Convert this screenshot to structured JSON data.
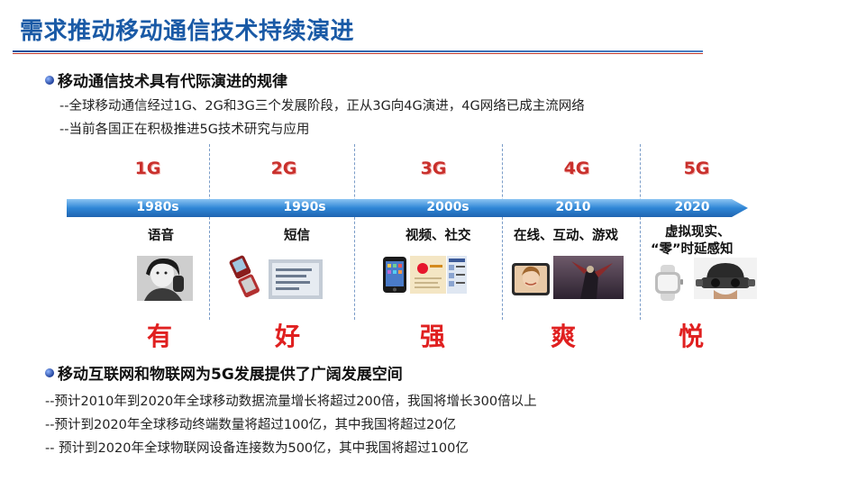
{
  "title": "需求推动移动通信技术持续演进",
  "section1": {
    "heading": "移动通信技术具有代际演进的规律",
    "lines": [
      "--全球移动通信经过1G、2G和3G三个发展阶段，正从3G向4G演进，4G网络已成主流网络",
      "--当前各国正在积极推进5G技术研究与应用"
    ]
  },
  "timeline": {
    "generations": [
      "1G",
      "2G",
      "3G",
      "4G",
      "5G"
    ],
    "years": [
      "1980s",
      "1990s",
      "2000s",
      "2010",
      "2020"
    ],
    "features": [
      "语音",
      "短信",
      "视频、社交",
      "在线、互动、游戏",
      "虚拟现实、",
      "“零”时延感知"
    ],
    "moods": [
      "有",
      "好",
      "强",
      "爽",
      "悦"
    ]
  },
  "section2": {
    "heading": "移动互联网和物联网为5G发展提供了广阔发展空间",
    "lines": [
      "--预计2010年到2020年全球移动数据流量增长将超过200倍，我国将增长300倍以上",
      "--预计到2020年全球移动终端数量将超过100亿，其中我国将超过20亿",
      "-- 预计到2020年全球物联网设备连接数为500亿，其中我国将超过100亿"
    ]
  },
  "colors": {
    "title": "#1a5aa6",
    "generation": "#c9302c",
    "mood": "#e02020",
    "arrow": "#2b7fd0"
  }
}
